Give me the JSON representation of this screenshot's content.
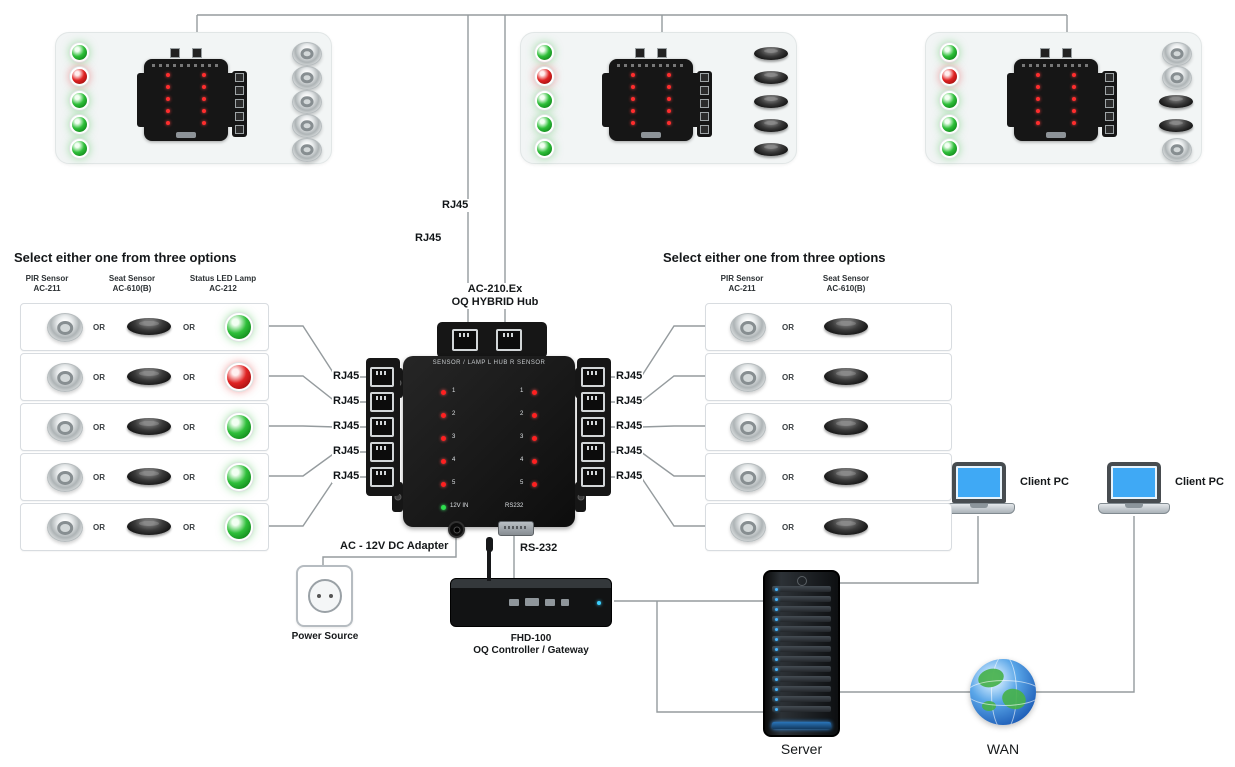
{
  "titles": {
    "left": "Select either one from three options",
    "right": "Select either one from three options"
  },
  "labels": {
    "or": "OR",
    "adapter": "AC - 12V DC Adapter",
    "rs232": "RS-232",
    "power_source": "Power Source",
    "server": "Server",
    "wan": "WAN",
    "client_pc": "Client PC"
  },
  "rj45": {
    "top": [
      "RJ45",
      "RJ45"
    ],
    "left": [
      "RJ45",
      "RJ45",
      "RJ45",
      "RJ45",
      "RJ45"
    ],
    "right": [
      "RJ45",
      "RJ45",
      "RJ45",
      "RJ45",
      "RJ45"
    ]
  },
  "hub": {
    "model": "AC-210.Ex",
    "name": "OQ HYBRID Hub",
    "panel_text": "SENSOR / LAMP      L      HUB      R      SENSOR",
    "numbers_left": [
      "1",
      "2",
      "3",
      "4",
      "5"
    ],
    "numbers_right": [
      "1",
      "2",
      "3",
      "4",
      "5"
    ],
    "power_label": "12V IN",
    "serial_label": "RS232"
  },
  "gateway": {
    "model": "FHD-100",
    "name": "OQ Controller / Gateway"
  },
  "left_options": {
    "headers": [
      {
        "l1": "PIR Sensor",
        "l2": "AC-211"
      },
      {
        "l1": "Seat Sensor",
        "l2": "AC-610(B)"
      },
      {
        "l1": "Status LED Lamp",
        "l2": "AC-212"
      }
    ],
    "rows": [
      {
        "lamp": "green"
      },
      {
        "lamp": "red"
      },
      {
        "lamp": "green"
      },
      {
        "lamp": "green"
      },
      {
        "lamp": "green"
      }
    ]
  },
  "right_options": {
    "headers": [
      {
        "l1": "PIR Sensor",
        "l2": "AC-211"
      },
      {
        "l1": "Seat Sensor",
        "l2": "AC-610(B)"
      }
    ],
    "row_count": 5
  },
  "top_panels": [
    {
      "leds": [
        "green",
        "red",
        "green",
        "green",
        "green"
      ],
      "devices": [
        "dome",
        "dome",
        "dome",
        "dome",
        "dome"
      ]
    },
    {
      "leds": [
        "green",
        "red",
        "green",
        "green",
        "green"
      ],
      "devices": [
        "seat",
        "seat",
        "seat",
        "seat",
        "seat"
      ]
    },
    {
      "leds": [
        "green",
        "red",
        "green",
        "green",
        "green"
      ],
      "devices": [
        "dome",
        "dome",
        "seat",
        "seat",
        "dome"
      ]
    }
  ],
  "colors": {
    "led_green": "#2fbf3a",
    "led_red": "#e02424",
    "wire": "#959b9e",
    "panel_bg": "#f2f5f5"
  }
}
